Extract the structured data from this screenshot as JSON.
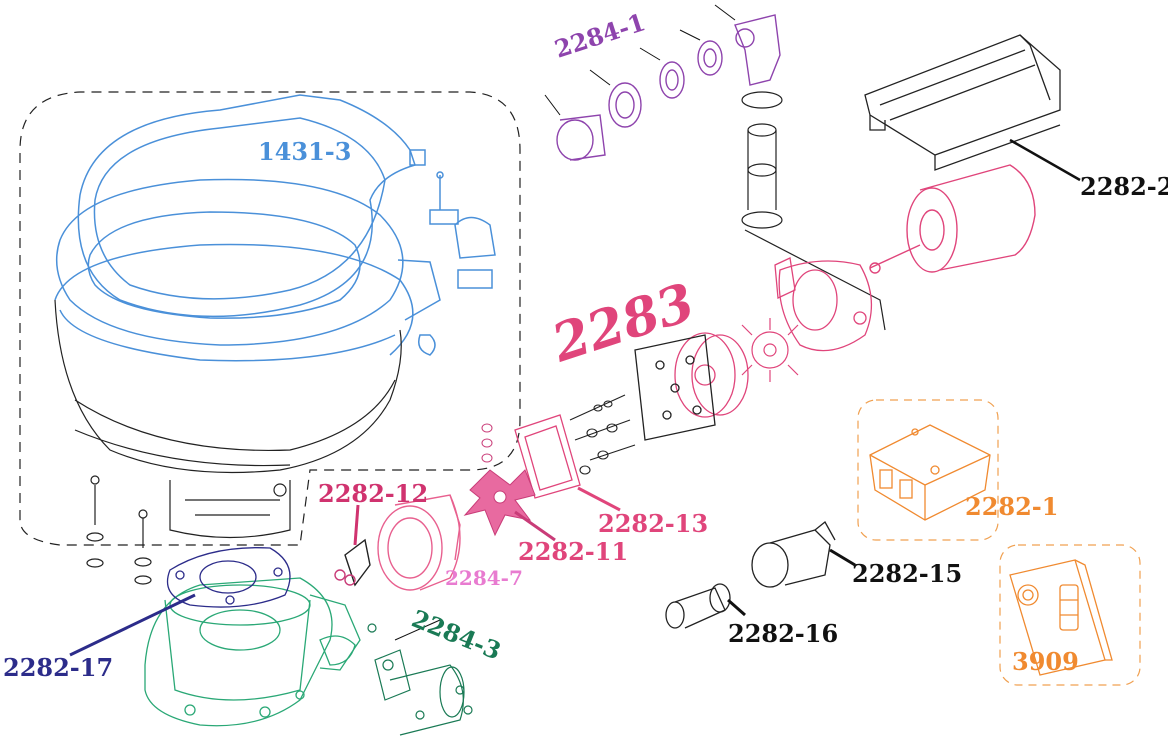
{
  "labels": {
    "seat": "1431-3",
    "inlet_fittings": "2284-1",
    "motor_cover": "2282-2",
    "pump_assembly": "2283",
    "switch_box": "2282-1",
    "control_panel": "3909",
    "hose_adapter_a": "2282-15",
    "hose_adapter_b": "2282-16",
    "gasket_plate": "2282-13",
    "macerator": "2282-11",
    "clip": "2282-12",
    "discharge_elbow": "2284-7",
    "outlet_flange": "2284-3",
    "base_gasket": "2282-17"
  },
  "colors": {
    "seat": "#4a90d9",
    "inlet": "#8e44ad",
    "motor": "#e0457b",
    "pump_big": "#e0457b",
    "pump_parts": "#e0457b",
    "orange": "#f0a050",
    "black": "#111111",
    "discharge": "#e87bd0",
    "green": "#2aa876",
    "navy": "#2c2c8a",
    "dark_green": "#1a7a55"
  }
}
